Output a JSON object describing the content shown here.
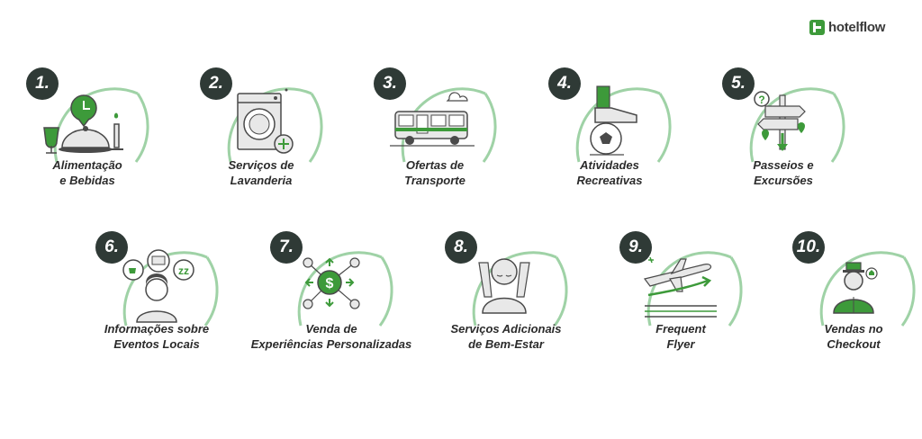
{
  "brand": {
    "logo_text": "hotelflow"
  },
  "items": [
    {
      "number": "1.",
      "line1": "Alimentação",
      "line2": "e Bebidas",
      "icon": "dining-icon"
    },
    {
      "number": "2.",
      "line1": "Serviços de",
      "line2": "Lavanderia",
      "icon": "washing-machine-icon"
    },
    {
      "number": "3.",
      "line1": "Ofertas de",
      "line2": "Transporte",
      "icon": "bus-icon"
    },
    {
      "number": "4.",
      "line1": "Atividades",
      "line2": "Recreativas",
      "icon": "soccer-icon"
    },
    {
      "number": "5.",
      "line1": "Passeios e",
      "line2": "Excursões",
      "icon": "signpost-icon"
    },
    {
      "number": "6.",
      "line1": "Informações sobre",
      "line2": "Eventos Locais",
      "icon": "person-thoughts-icon"
    },
    {
      "number": "7.",
      "line1": "Venda de",
      "line2": "Experiências Personalizadas",
      "icon": "dollar-network-icon"
    },
    {
      "number": "8.",
      "line1": "Serviços Adicionais",
      "line2": "de Bem-Estar",
      "icon": "massage-icon"
    },
    {
      "number": "9.",
      "line1": "Frequent",
      "line2": "Flyer",
      "icon": "airplane-icon"
    },
    {
      "number": "10.",
      "line1": "Vendas no",
      "line2": "Checkout",
      "icon": "bellhop-icon"
    }
  ],
  "colors": {
    "accent": "#3d9a3a",
    "arc": "#9fd2a6",
    "badge": "#2f3a36",
    "line": "#4a4a4a",
    "light": "#e8e8e8"
  }
}
